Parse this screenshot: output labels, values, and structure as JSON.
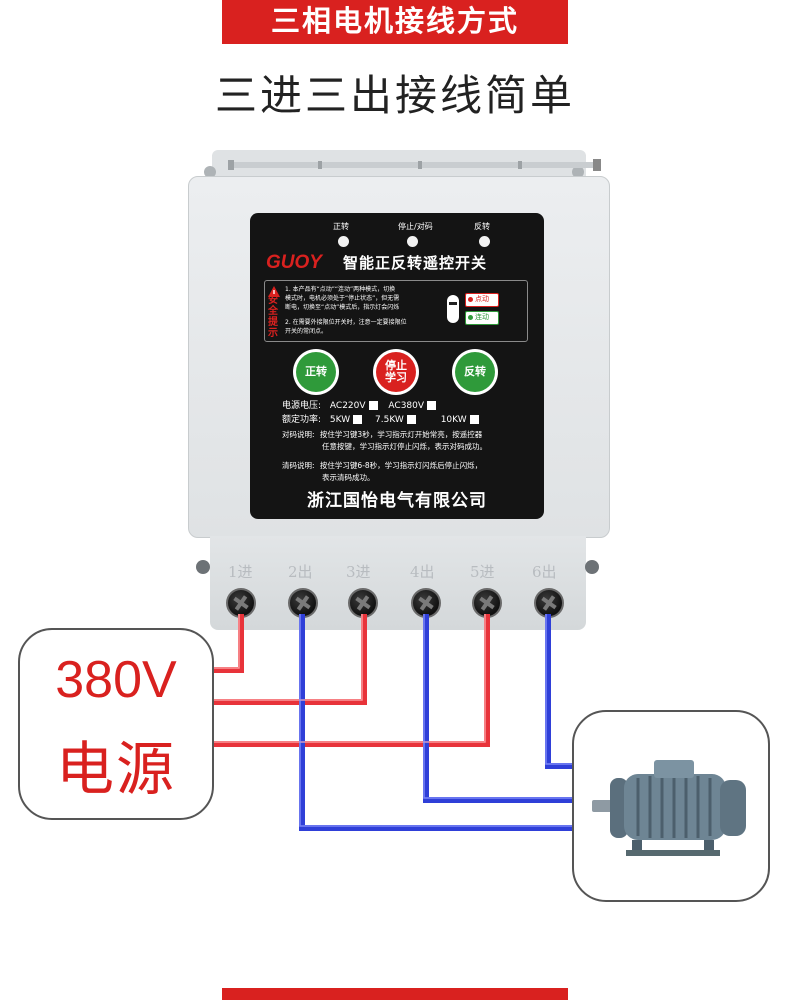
{
  "header": {
    "banner": "三相电机接线方式",
    "subtitle": "三进三出接线简单"
  },
  "device": {
    "indicators": [
      "正转",
      "停止/对码",
      "反转"
    ],
    "brand": "GUOY",
    "product_name": "智能正反转遥控开关",
    "warning_label": "安全提示",
    "warning_text_1a": "1. 本产品有“点动”“连动”两种模式，切换",
    "warning_text_1b": "模式时，电机必须处于“停止状态”，但无需",
    "warning_text_1c": "断电，切换至“点动”模式后，指示灯会闪烁",
    "warning_text_2a": "2. 在需要外接限位开关时，注意一定要接限位",
    "warning_text_2b": "开关的常闭点。",
    "mode_jog": "点动",
    "mode_continuous": "连动",
    "buttons": {
      "forward": "正转",
      "stop_line1": "停止",
      "stop_line2": "学习",
      "reverse": "反转"
    },
    "voltage_label": "电源电压:",
    "voltage_ac220": "AC220V",
    "voltage_ac380": "AC380V",
    "power_label": "额定功率:",
    "power_5kw": "5KW",
    "power_75kw": "7.5KW",
    "power_10kw": "10KW",
    "pair_label": "对码说明:",
    "pair_text_1": "按住学习键3秒，学习指示灯开始常亮，按遥控器",
    "pair_text_2": "任意按键，学习指示灯停止闪烁，表示对码成功。",
    "clear_label": "清码说明:",
    "clear_text_1": "按住学习键6-8秒，学习指示灯闪烁后停止闪烁，",
    "clear_text_2": "表示清码成功。",
    "company": "浙江国怡电气有限公司",
    "terminals": [
      "1进",
      "2出",
      "3进",
      "4出",
      "5进",
      "6出"
    ]
  },
  "power_source": {
    "line1": "380V",
    "line2": "电源"
  },
  "colors": {
    "accent_red": "#d9211f",
    "wire_red": "#e8333a",
    "wire_blue": "#2f3fd8",
    "panel_black": "#141414",
    "housing": "#e6e8ea"
  },
  "icons": [
    "antenna-icon",
    "warning-triangle-icon",
    "mode-switch-icon",
    "terminal-screw-icon",
    "electric-motor-icon"
  ]
}
